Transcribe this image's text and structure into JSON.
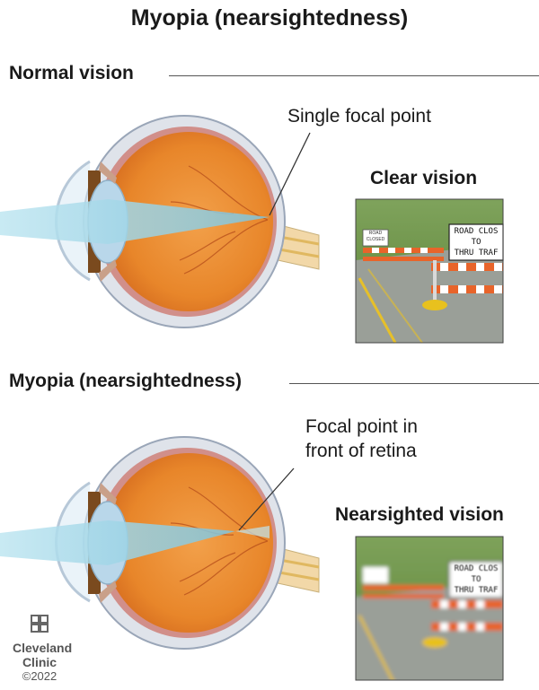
{
  "title": "Myopia (nearsightedness)",
  "sections": [
    {
      "heading": "Normal vision",
      "callout": "Single focal point",
      "panel_label": "Clear vision",
      "sign_lines": [
        "ROAD CLOS",
        "TO",
        "THRU TRAF"
      ],
      "sign_small": [
        "ROAD",
        "CLOSED"
      ]
    },
    {
      "heading": "Myopia (nearsightedness)",
      "callout_lines": [
        "Focal point in",
        "front of retina"
      ],
      "panel_label": "Nearsighted vision",
      "sign_lines": [
        "ROAD CLOS",
        "TO",
        "THRU TRAF"
      ]
    }
  ],
  "logo": {
    "name_lines": [
      "Cleveland",
      "Clinic"
    ],
    "copyright": "©2022",
    "icon": "cleveland-clinic-cross-icon"
  },
  "colors": {
    "eye_orange": "#e8862a",
    "sclera": "#dfe3ea",
    "light_beam": "#9fd3e4",
    "road": "#9a9f98",
    "barrier_orange": "#e8642a",
    "grass": "#5f8c3a"
  }
}
